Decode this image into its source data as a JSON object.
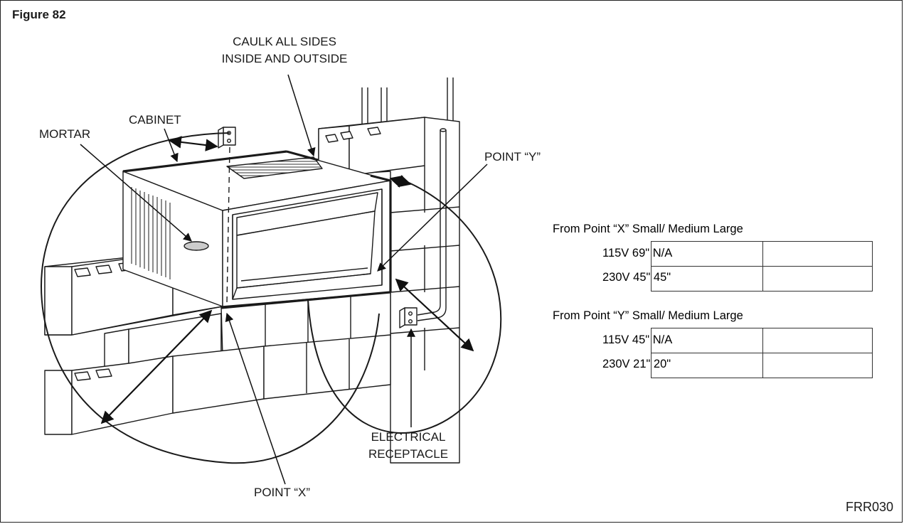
{
  "figure": {
    "title": "Figure 82",
    "code": "FRR030"
  },
  "callouts": {
    "caulk": [
      "CAULK ALL SIDES",
      "INSIDE AND OUTSIDE"
    ],
    "cabinet": "CABINET",
    "mortar": "MORTAR",
    "point_y": "POINT “Y”",
    "point_x": "POINT “X”",
    "electrical": [
      "ELECTRICAL",
      "RECEPTACLE"
    ]
  },
  "tables": [
    {
      "header": "From Point “X” Small/ Medium Large",
      "rows": [
        {
          "voltage": "115V",
          "values": "69\" N/A"
        },
        {
          "voltage": "230V",
          "values": "45\" 45\""
        }
      ]
    },
    {
      "header": "From Point “Y” Small/ Medium Large",
      "rows": [
        {
          "voltage": "115V",
          "values": "45\" N/A"
        },
        {
          "voltage": "230V",
          "values": "21\" 20\""
        }
      ]
    }
  ],
  "colors": {
    "ink": "#1a1a1a",
    "paper": "#ffffff"
  }
}
